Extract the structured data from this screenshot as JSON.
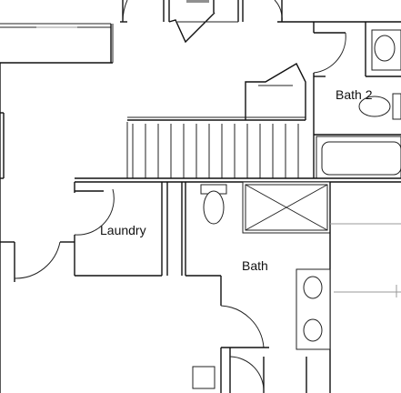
{
  "rooms": {
    "bath2": "Bath 2",
    "laundry": "Laundry",
    "bath": "Bath"
  }
}
